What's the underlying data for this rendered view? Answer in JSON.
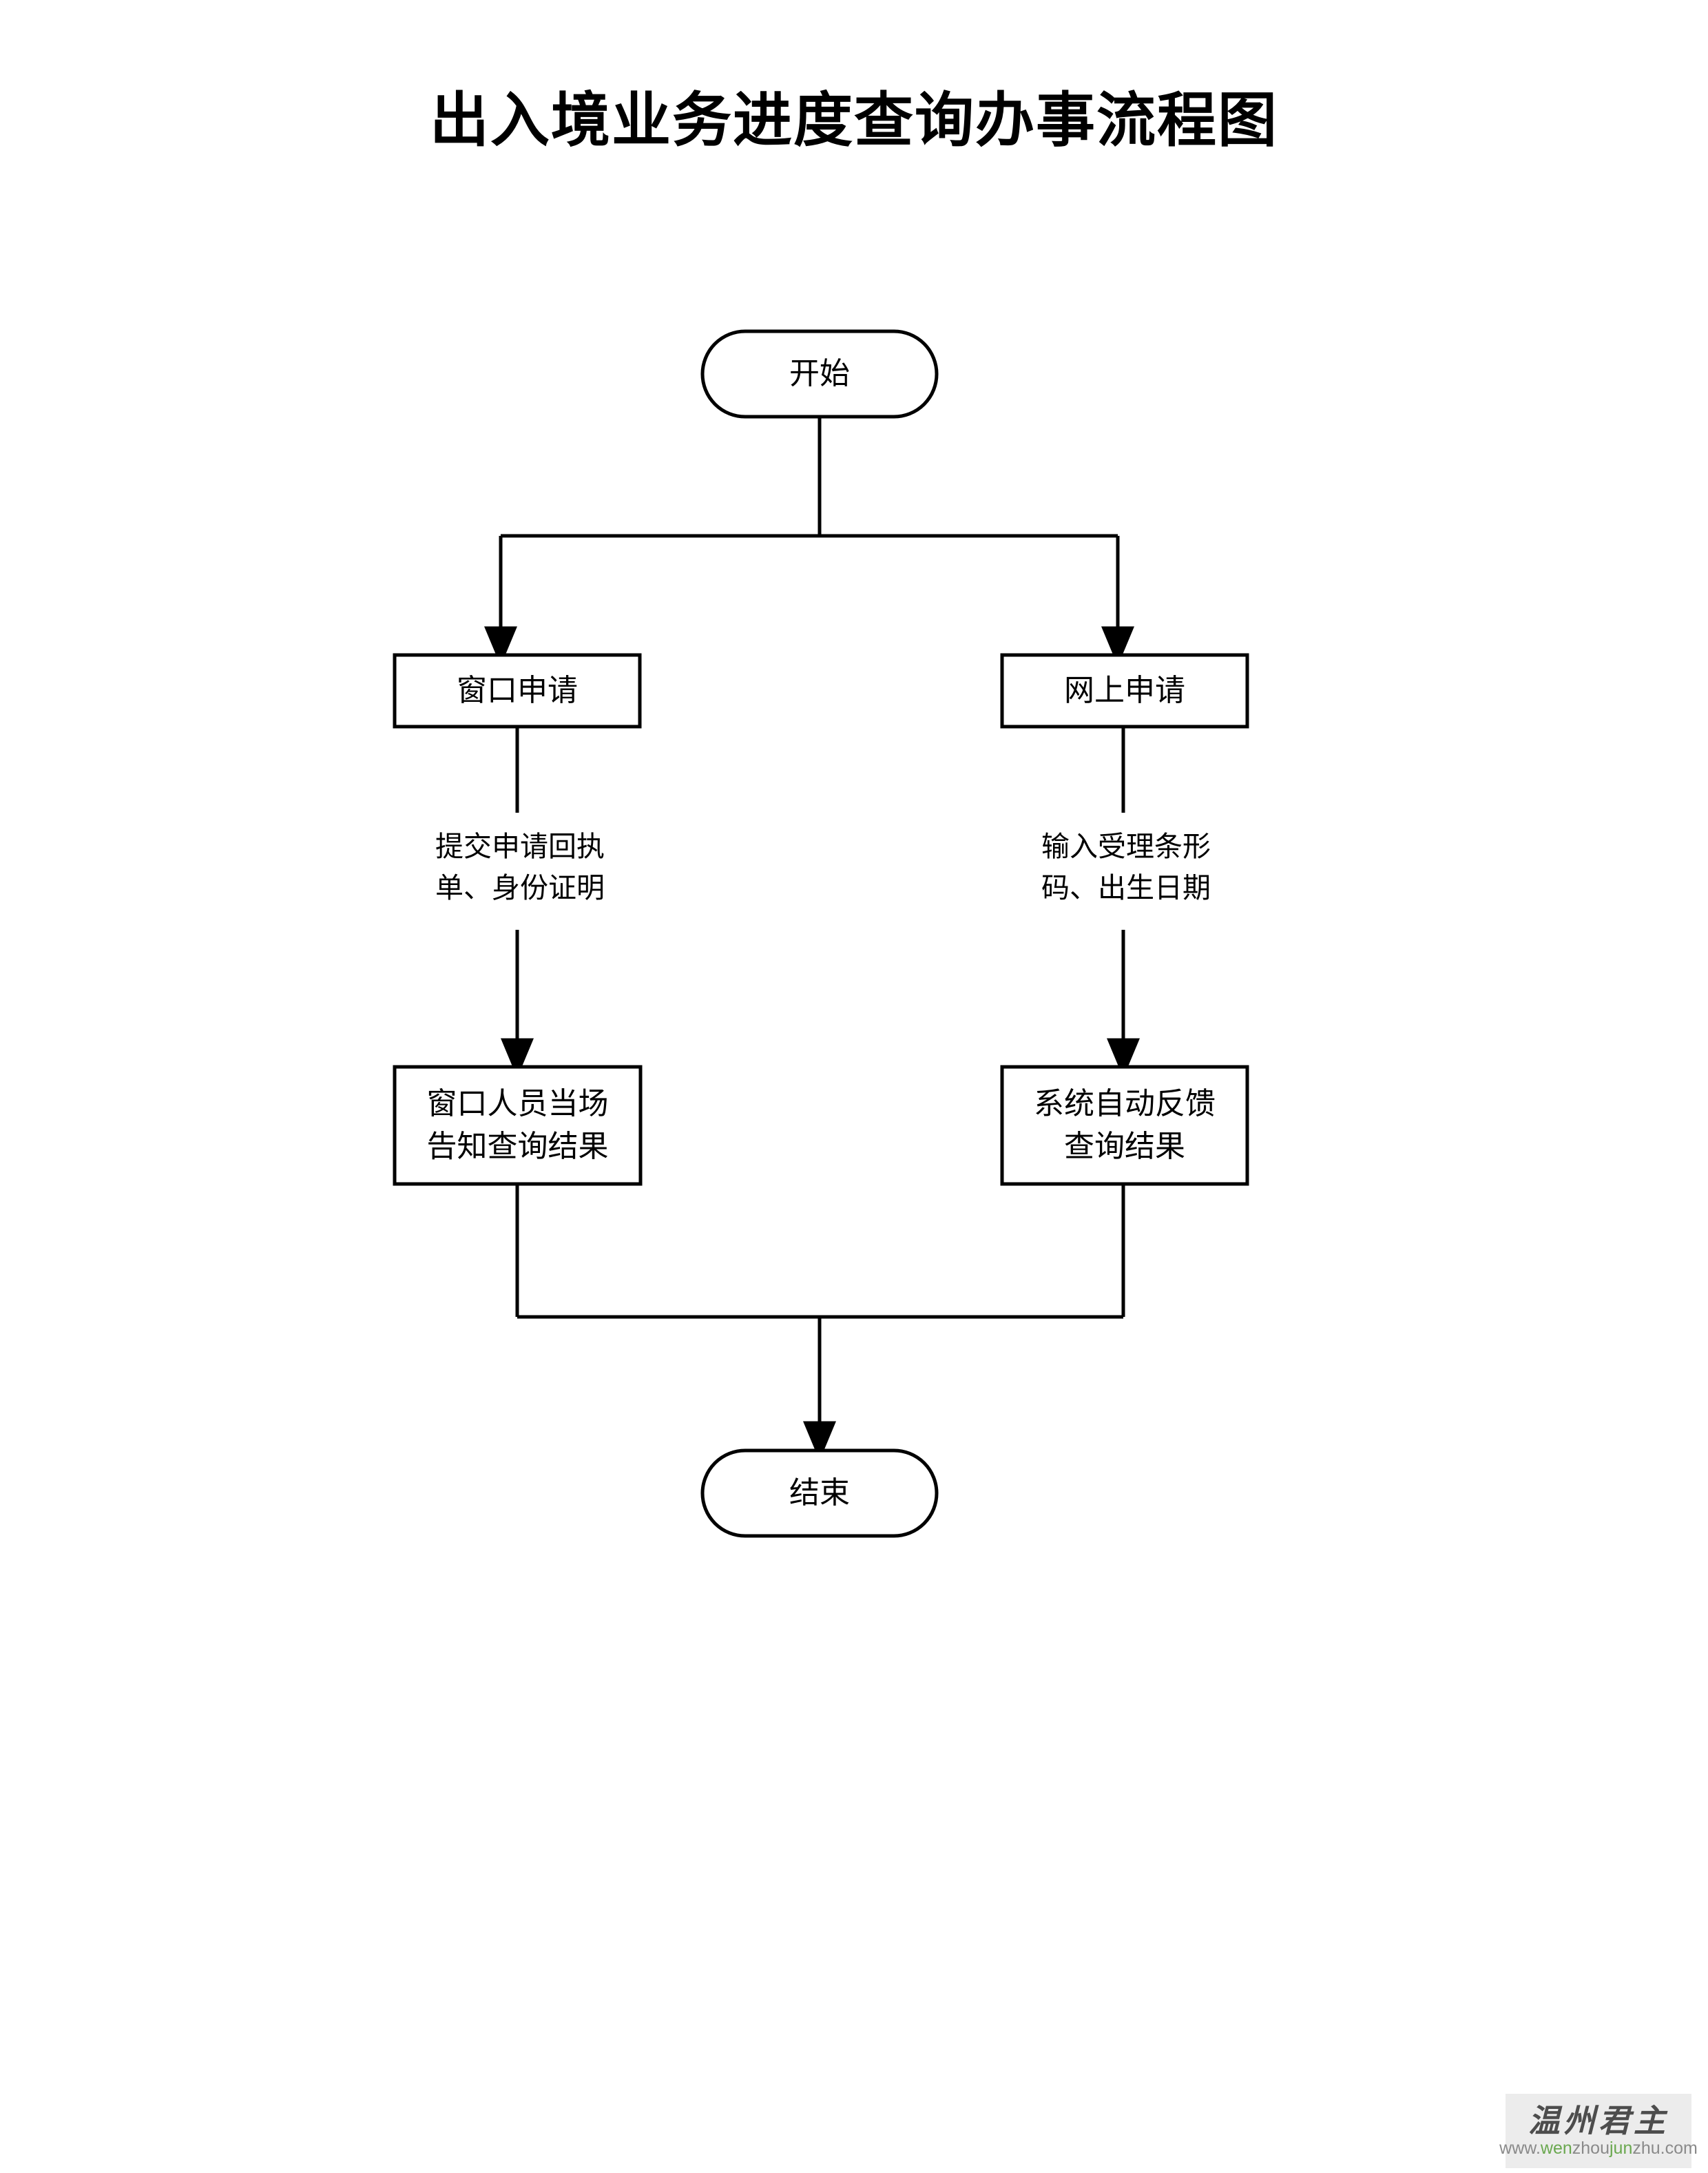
{
  "page": {
    "title": "出入境业务进度查询办事流程图",
    "background_color": "#ffffff",
    "line_color": "#000000"
  },
  "flowchart": {
    "nodes": [
      {
        "id": "start",
        "type": "terminator",
        "label": "开始"
      },
      {
        "id": "window-apply",
        "type": "process",
        "label": "窗口申请"
      },
      {
        "id": "online-apply",
        "type": "process",
        "label": "网上申请"
      },
      {
        "id": "window-result",
        "type": "process",
        "line1": "窗口人员当场",
        "line2": "告知查询结果"
      },
      {
        "id": "system-result",
        "type": "process",
        "line1": "系统自动反馈",
        "line2": "查询结果"
      },
      {
        "id": "end",
        "type": "terminator",
        "label": "结束"
      }
    ],
    "edge_labels": [
      {
        "id": "left-branch",
        "line1": "提交申请回执",
        "line2": "单、身份证明"
      },
      {
        "id": "right-branch",
        "line1": "输入受理条形",
        "line2": "码、出生日期"
      }
    ]
  },
  "watermark": {
    "brand": "温州君主",
    "url_pre": "www.",
    "url_hl1": "wen",
    "url_mid1": "zhou",
    "url_hl2": "jun",
    "url_mid2": "zhu",
    "url_post": ".com",
    "brand_color": "#4d4d4d",
    "accent_color": "#6aa84f"
  }
}
